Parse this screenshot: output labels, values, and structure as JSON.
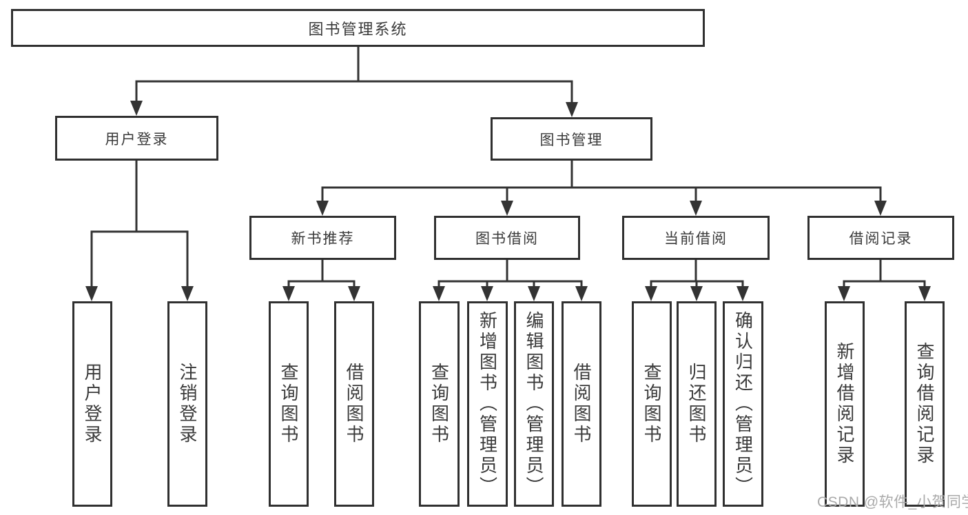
{
  "diagram": {
    "watermark": "CSDN @软件_小贺同学",
    "colors": {
      "line": "#333333",
      "box_border": "#303030",
      "text": "#3a3a3a",
      "background": "#ffffff",
      "watermark_text": "#a9a9a9"
    },
    "tree": {
      "label": "图书管理系统",
      "children": [
        {
          "label": "用户登录",
          "children": [
            {
              "label": "用户登录"
            },
            {
              "label": "注销登录"
            }
          ]
        },
        {
          "label": "图书管理",
          "children": [
            {
              "label": "新书推荐",
              "children": [
                {
                  "label": "查询图书"
                },
                {
                  "label": "借阅图书"
                }
              ]
            },
            {
              "label": "图书借阅",
              "children": [
                {
                  "label": "查询图书"
                },
                {
                  "label": "新增图书（管理员）"
                },
                {
                  "label": "编辑图书（管理员）"
                },
                {
                  "label": "借阅图书"
                }
              ]
            },
            {
              "label": "当前借阅",
              "children": [
                {
                  "label": "查询图书"
                },
                {
                  "label": "归还图书"
                },
                {
                  "label": "确认归还（管理员）"
                }
              ]
            },
            {
              "label": "借阅记录",
              "children": [
                {
                  "label": "新增借阅记录"
                },
                {
                  "label": "查询借阅记录"
                }
              ]
            }
          ]
        }
      ]
    }
  }
}
